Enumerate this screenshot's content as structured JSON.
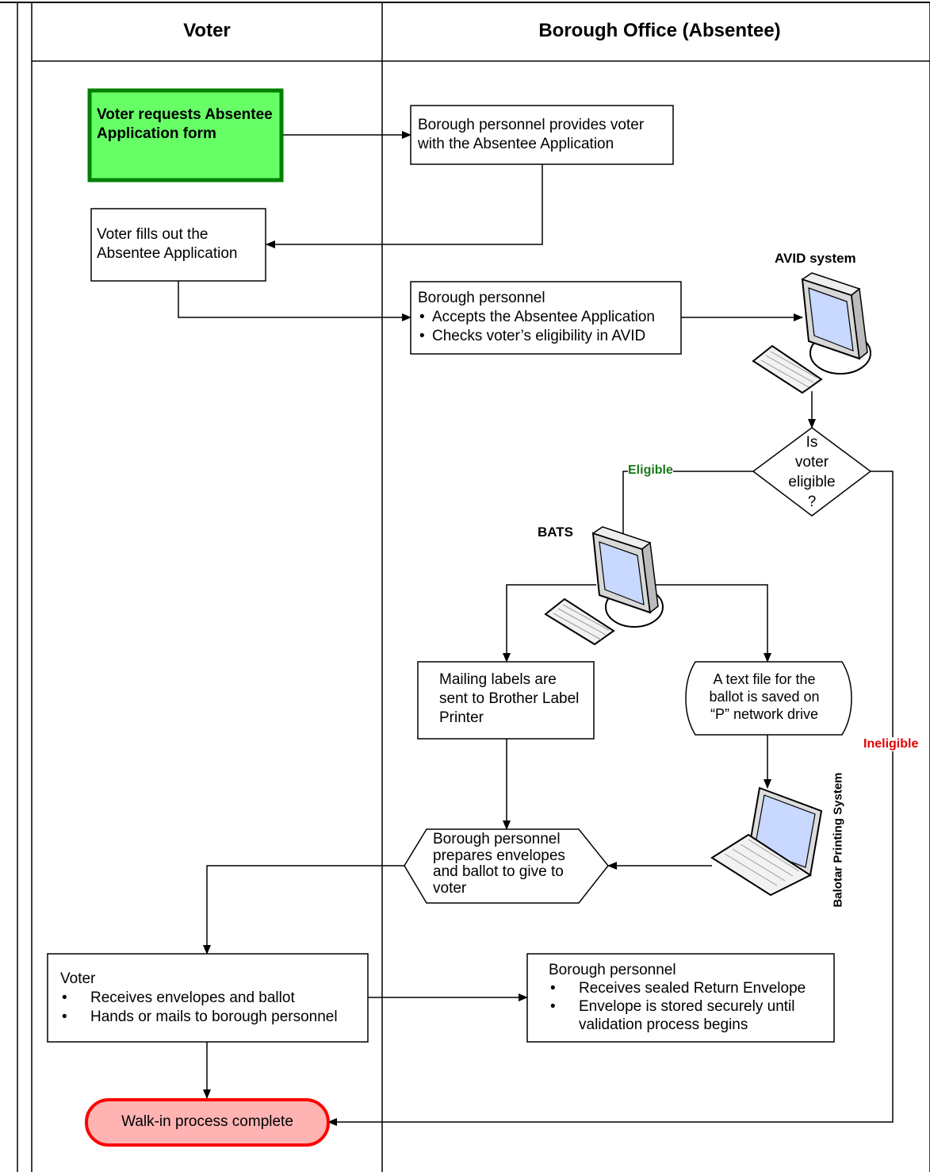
{
  "lanes": {
    "voter": "Voter",
    "office": "Borough Office (Absentee)"
  },
  "nodes": {
    "start": "Voter requests Absentee Application form",
    "provides": "Borough personnel provides voter with the Absentee Application",
    "fills": "Voter fills out the Absentee Application",
    "accepts_title": "Borough personnel",
    "accepts_items": [
      "Accepts the Absentee Application",
      "Checks voter’s eligibility in AVID"
    ],
    "avid": "AVID system",
    "decision": [
      "Is",
      "voter",
      "eligible",
      "?"
    ],
    "eligible": "Eligible",
    "ineligible": "Ineligible",
    "bats": "BATS",
    "mailing": "Mailing labels are sent to Brother Label Printer",
    "textfile": "A text file for the ballot is saved on “P” network drive",
    "balotar": "Balotar Printing System",
    "prepares": "Borough personnel prepares envelopes and ballot to give to voter",
    "voter_title": "Voter",
    "voter_items": [
      "Receives envelopes and ballot",
      "Hands or mails to borough personnel"
    ],
    "receives_title": "Borough personnel",
    "receives_items": [
      "Receives sealed Return Envelope",
      "Envelope is stored securely until validation process begins"
    ],
    "end": "Walk-in process complete"
  },
  "colors": {
    "start_fill": "#66ff66",
    "start_border": "#008000",
    "end_fill": "#ffb3b3",
    "end_border": "#ff0000",
    "eligible": "#1a7a1a",
    "ineligible": "#e00000"
  }
}
